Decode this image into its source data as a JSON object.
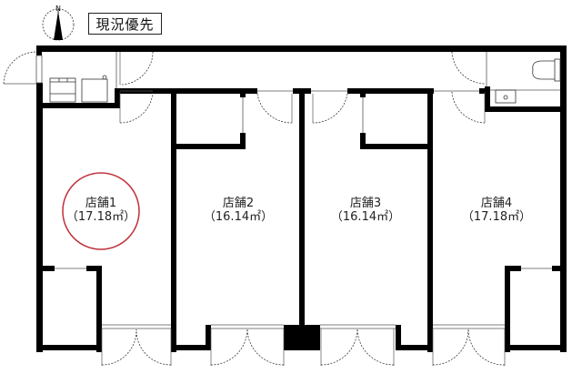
{
  "header": {
    "status_label": "現況優先",
    "compass": {
      "label": "N",
      "icon": "north-arrow-icon"
    }
  },
  "rooms": [
    {
      "name": "店舗1",
      "area": "（17.18㎡）",
      "highlighted": true
    },
    {
      "name": "店舗2",
      "area": "（16.14㎡）",
      "highlighted": false
    },
    {
      "name": "店舗3",
      "area": "（16.14㎡）",
      "highlighted": false
    },
    {
      "name": "店舗4",
      "area": "（17.18㎡）",
      "highlighted": false
    }
  ],
  "fixtures": {
    "left": [
      "kitchen-counter",
      "sink"
    ],
    "right": [
      "toilet",
      "wash-basin"
    ]
  },
  "colors": {
    "wall": "#000000",
    "highlight_circle": "#c0303a",
    "background": "#ffffff"
  }
}
